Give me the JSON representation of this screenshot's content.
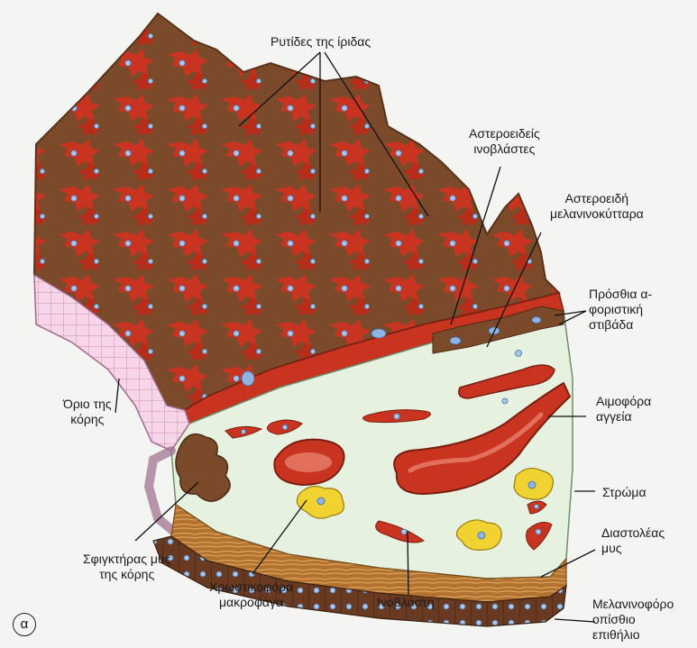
{
  "labels": {
    "iris_folds": "Ρυτίδες της ίριδας",
    "stellate_fibroblasts": "Αστεροειδείς\nινοβλάστες",
    "stellate_melanocytes": "Αστεροειδή\nμελανινοκύτταρα",
    "anterior_border_layer": "Πρόσθια α-\nφοριστική\nστιβάδα",
    "pupil_margin": "Όριο της\nκόρης",
    "blood_vessels": "Αιμοφόρα\nαγγεία",
    "stroma": "Στρώμα",
    "dilator_muscle": "Διαστολέας\nμυς",
    "sphincter_muscle": "Σφιγκτήρας μυς\nτης κόρης",
    "chromatophore_macrophages": "Χρωστικοφόρα\nμακροφάγα",
    "fibroblast": "Ινοβλάστη",
    "posterior_epithelium": "Μελανινοφόρο\nοπίσθιο\nεπιθήλιο"
  },
  "panel_letter": "α",
  "colors": {
    "brown_dark": "#7a4a2a",
    "red_cell": "#c8341f",
    "stroma_bg": "#e6f1e0",
    "pink_sphincter": "#f2cfe2",
    "yellow_macrophage": "#f0d230",
    "nucleus_blue": "#8fb4e0",
    "epithelium": "#5a3320"
  }
}
